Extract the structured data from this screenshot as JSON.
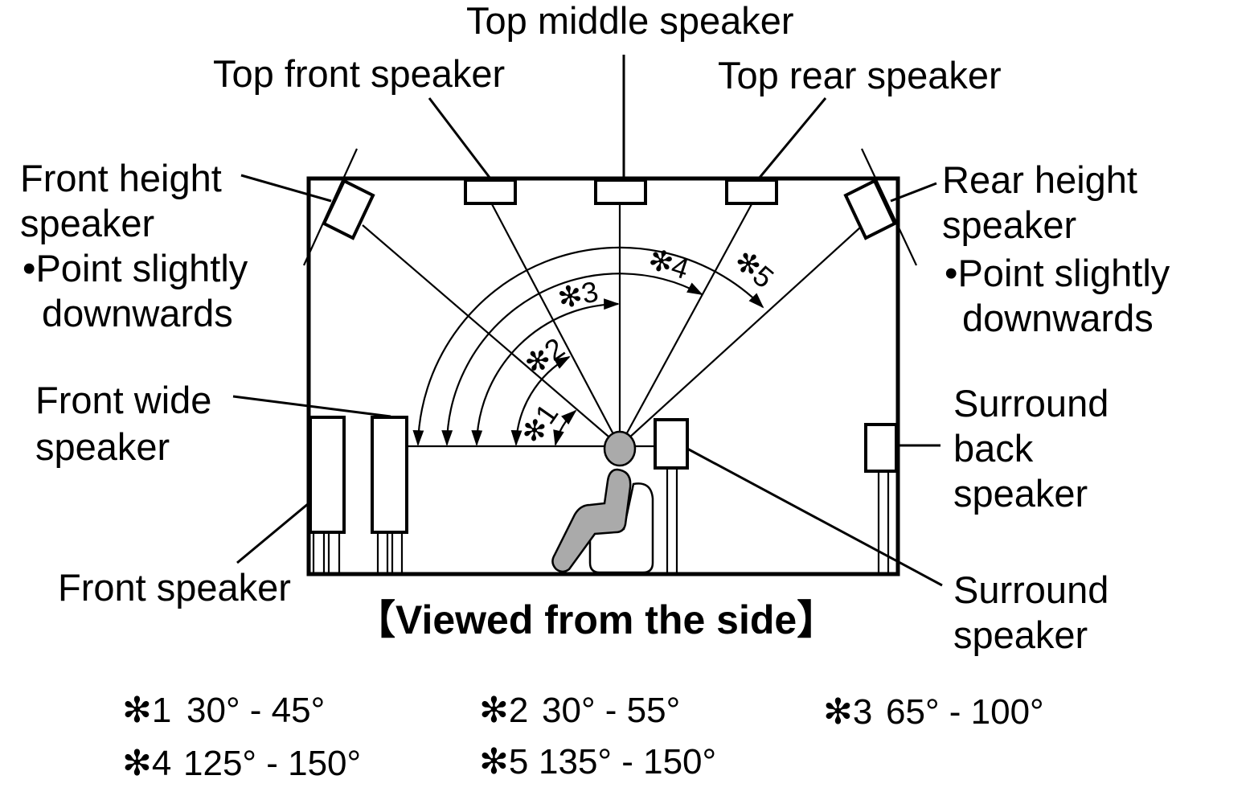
{
  "diagram": {
    "title": "【Viewed from the side】",
    "colors": {
      "line": "#000000",
      "listener_fill": "#aaaaaa",
      "background": "#ffffff"
    },
    "labels": {
      "top_middle": "Top middle speaker",
      "top_front": "Top front speaker",
      "top_rear": "Top rear speaker",
      "front_height": [
        "Front height",
        "speaker"
      ],
      "front_height_note": [
        "•Point slightly",
        "downwards"
      ],
      "rear_height": [
        "Rear height",
        "speaker"
      ],
      "rear_height_note": [
        "•Point slightly",
        "downwards"
      ],
      "front_wide": [
        "Front wide",
        "speaker"
      ],
      "front": "Front speaker",
      "surround_back": [
        "Surround",
        "back",
        "speaker"
      ],
      "surround": [
        "Surround",
        "speaker"
      ]
    },
    "angle_markers": [
      "✻1",
      "✻2",
      "✻3",
      "✻4",
      "✻5"
    ],
    "legend": [
      {
        "key": "✻1",
        "range": "30° - 45°"
      },
      {
        "key": "✻2",
        "range": "30° - 55°"
      },
      {
        "key": "✻3",
        "range": "65° - 100°"
      },
      {
        "key": "✻4",
        "range": "125° - 150°"
      },
      {
        "key": "✻5",
        "range": "135° - 150°"
      }
    ]
  }
}
